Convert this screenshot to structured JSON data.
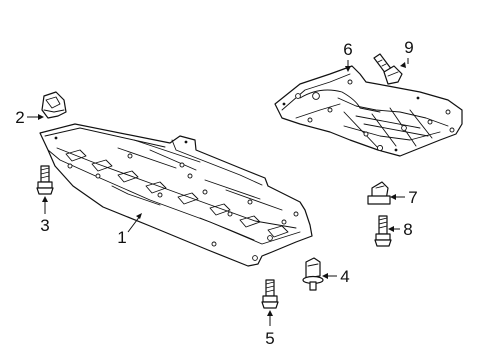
{
  "diagram": {
    "background": "#ffffff",
    "ink": "#111111",
    "callouts": [
      {
        "id": "c1",
        "label": "1",
        "part": "engine-under-cover"
      },
      {
        "id": "c2",
        "label": "2",
        "part": "clip-nut"
      },
      {
        "id": "c3",
        "label": "3",
        "part": "bolt"
      },
      {
        "id": "c4",
        "label": "4",
        "part": "push-clip"
      },
      {
        "id": "c5",
        "label": "5",
        "part": "bolt"
      },
      {
        "id": "c6",
        "label": "6",
        "part": "rear-under-cover"
      },
      {
        "id": "c7",
        "label": "7",
        "part": "retainer-clip"
      },
      {
        "id": "c8",
        "label": "8",
        "part": "bolt"
      },
      {
        "id": "c9",
        "label": "9",
        "part": "bolt"
      }
    ]
  }
}
